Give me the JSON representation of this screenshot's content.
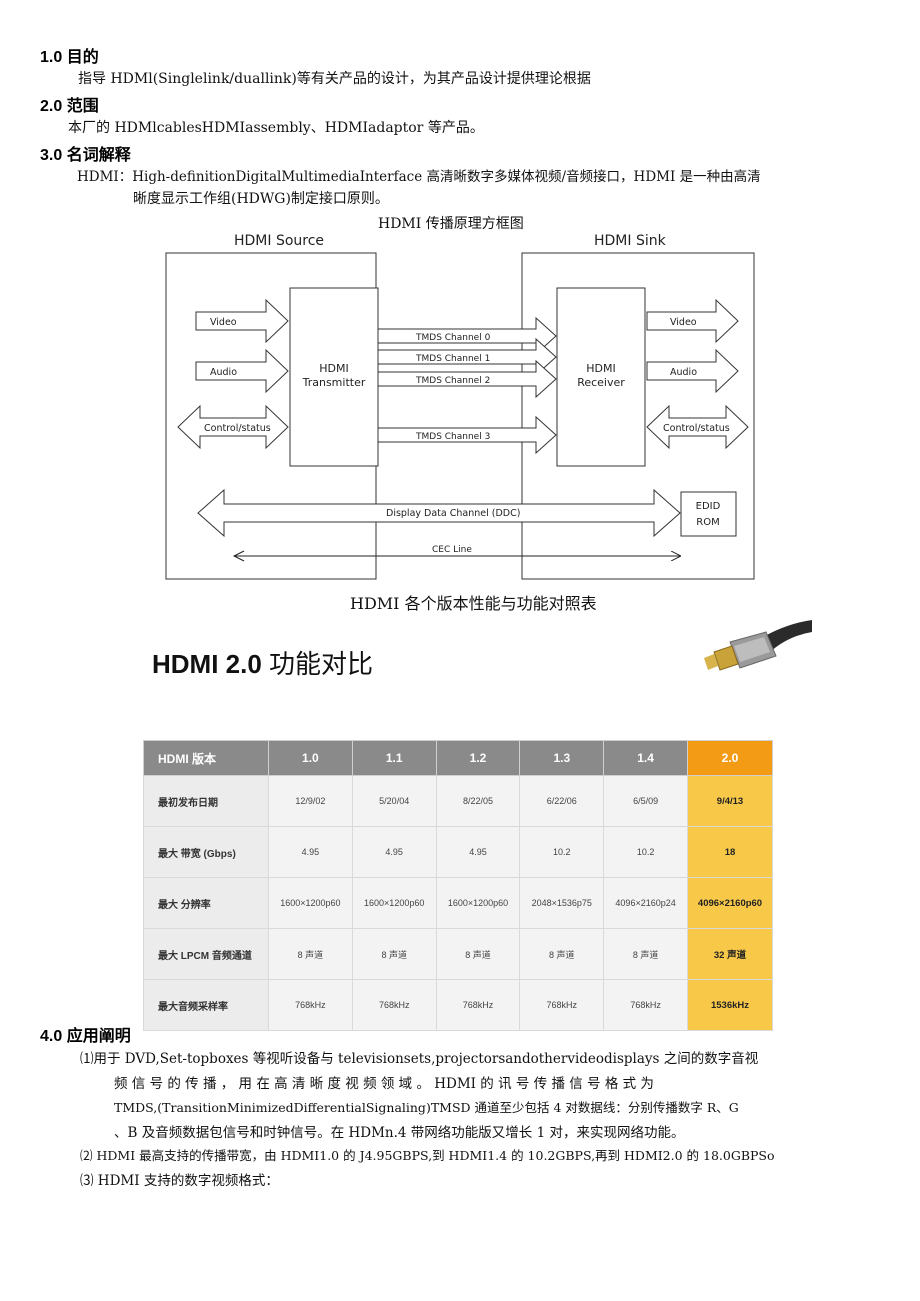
{
  "sections": {
    "s1": {
      "heading": "1.0 目的",
      "text": "指导 HDMl(Singlelink/duallink)等有关产品的设计，为其产品设计提供理论根据"
    },
    "s2": {
      "heading": "2.0 范围",
      "text": "本厂的 HDMlcablesHDMIassembly、HDMIadaptor 等产品。"
    },
    "s3": {
      "heading": "3.0 名词解释",
      "line1": "HDMI：High-definitionDigitalMultimediaInterface 高清晰数字多媒体视频/音频接口，HDMI 是一种由高清",
      "line2": "晰度显示工作组(HDWG)制定接口原则。"
    },
    "s4": {
      "heading": "4.0 应用阐明",
      "p1_l1": "⑴用于 DVD,Set-topboxes 等视听设备与 televisionsets,projectorsandothervideodisplays 之间的数字音视",
      "p1_l2": "频 信 号 的 传 播 ， 用 在 高 清 晰 度 视 频 领 域 。 HDMI 的 讯 号 传 播 信 号 格 式 为",
      "p1_l3": "TMDS,(TransitionMinimizedDifferentialSignaling)TMSD 通道至少包括 4 对数据线：分别传播数字 R、G",
      "p1_l4": "、B 及音频数据包信号和时钟信号。在 HDMn.4 带网络功能版又增长 1 对，来实现网络功能。",
      "p2": "⑵ HDMI 最高支持的传播带宽，由 HDMI1.0 的 J4.95GBPS,到 HDMI1.4 的 10.2GBPS,再到 HDMI2.0 的 18.0GBPSo",
      "p3": "⑶  HDMI 支持的数字视频格式："
    }
  },
  "diagram": {
    "caption": "HDMI 传播原理方框图",
    "source_label": "HDMI  Source",
    "sink_label": "HDMI  Sink",
    "transmitter_line1": "HDMI",
    "transmitter_line2": "Transmitter",
    "receiver_line1": "HDMI",
    "receiver_line2": "Receiver",
    "in_video": "Video",
    "in_audio": "Audio",
    "in_control": "Control/status",
    "out_video": "Video",
    "out_audio": "Audio",
    "out_control": "Control/status",
    "ch0": "TMDS  Channel  0",
    "ch1": "TMDS  Channel  1",
    "ch2": "TMDS  Channel  2",
    "ch3": "TMDS  Channel  3",
    "ddc": "Display  Data  Channel  (DDC)",
    "edid_line1": "EDID",
    "edid_line2": "ROM",
    "cec": "CEC  Line"
  },
  "comparison": {
    "caption": "HDMI 各个版本性能与功能对照表",
    "title_bold": "HDMI 2.0",
    "title_rest": " 功能对比",
    "cable_image": "hdmi-cable-photo",
    "highlight_color": "#f49b15",
    "header": [
      "HDMI 版本",
      "1.0",
      "1.1",
      "1.2",
      "1.3",
      "1.4",
      "2.0"
    ],
    "rows": [
      [
        "最初发布日期",
        "12/9/02",
        "5/20/04",
        "8/22/05",
        "6/22/06",
        "6/5/09",
        "9/4/13"
      ],
      [
        "最大 带宽 (Gbps)",
        "4.95",
        "4.95",
        "4.95",
        "10.2",
        "10.2",
        "18"
      ],
      [
        "最大 分辨率",
        "1600×1200p60",
        "1600×1200p60",
        "1600×1200p60",
        "2048×1536p75",
        "4096×2160p24",
        "4096×2160p60"
      ],
      [
        "最大 LPCM 音频通道",
        "8 声道",
        "8 声道",
        "8 声道",
        "8 声道",
        "8 声道",
        "32 声道"
      ],
      [
        "最大音频采样率",
        "768kHz",
        "768kHz",
        "768kHz",
        "768kHz",
        "768kHz",
        "1536kHz"
      ]
    ]
  }
}
